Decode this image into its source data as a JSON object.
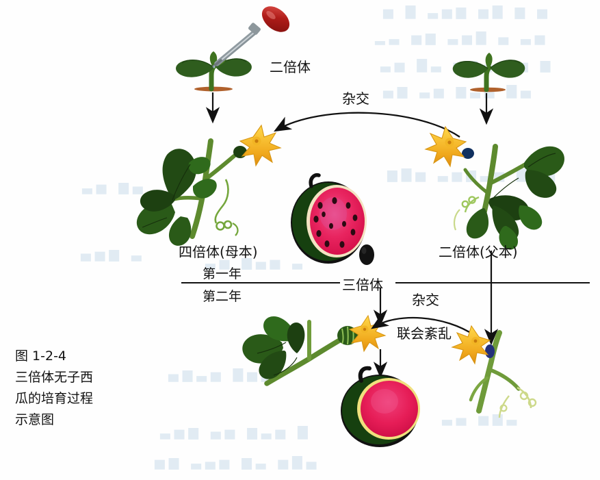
{
  "figure": {
    "caption_number": "图 1-2-4",
    "caption_line1": "三倍体无子西",
    "caption_line2": "瓜的培育过程",
    "caption_line3": "示意图",
    "caption_full": "图 1-2-4 三倍体无子西瓜的培育过程示意图"
  },
  "labels": {
    "diploid_top": "二倍体",
    "cross_top": "杂交",
    "tetraploid_mother": "四倍体(母本)",
    "diploid_father": "二倍体(父本)",
    "year_one": "第一年",
    "year_two": "第二年",
    "triploid": "三倍体",
    "cross_bottom": "杂交",
    "synapsis_disorder": "联会紊乱"
  },
  "colors": {
    "ink": "#111111",
    "leaf_dark": "#2f5d1e",
    "leaf_mid": "#4a7c22",
    "leaf_light": "#7aa844",
    "stem": "#6f9b3a",
    "flower_yellow": "#f5c324",
    "flower_orange": "#e8941f",
    "flesh_pink": "#e8245f",
    "rind_dark": "#111111",
    "rind_green": "#1d4d17",
    "pipette_red": "#b01c19",
    "seed_black": "#121212",
    "bleed_blue": "#dce8f2"
  },
  "elements": {
    "pipette_name": "dropper-pipette",
    "seedling_left_name": "diploid-seedling-treated",
    "seedling_right_name": "diploid-seedling-untreated",
    "watermelon_top_name": "tetraploid-watermelon-with-seeds",
    "watermelon_bottom_name": "triploid-seedless-watermelon",
    "seed_name": "triploid-seed"
  }
}
